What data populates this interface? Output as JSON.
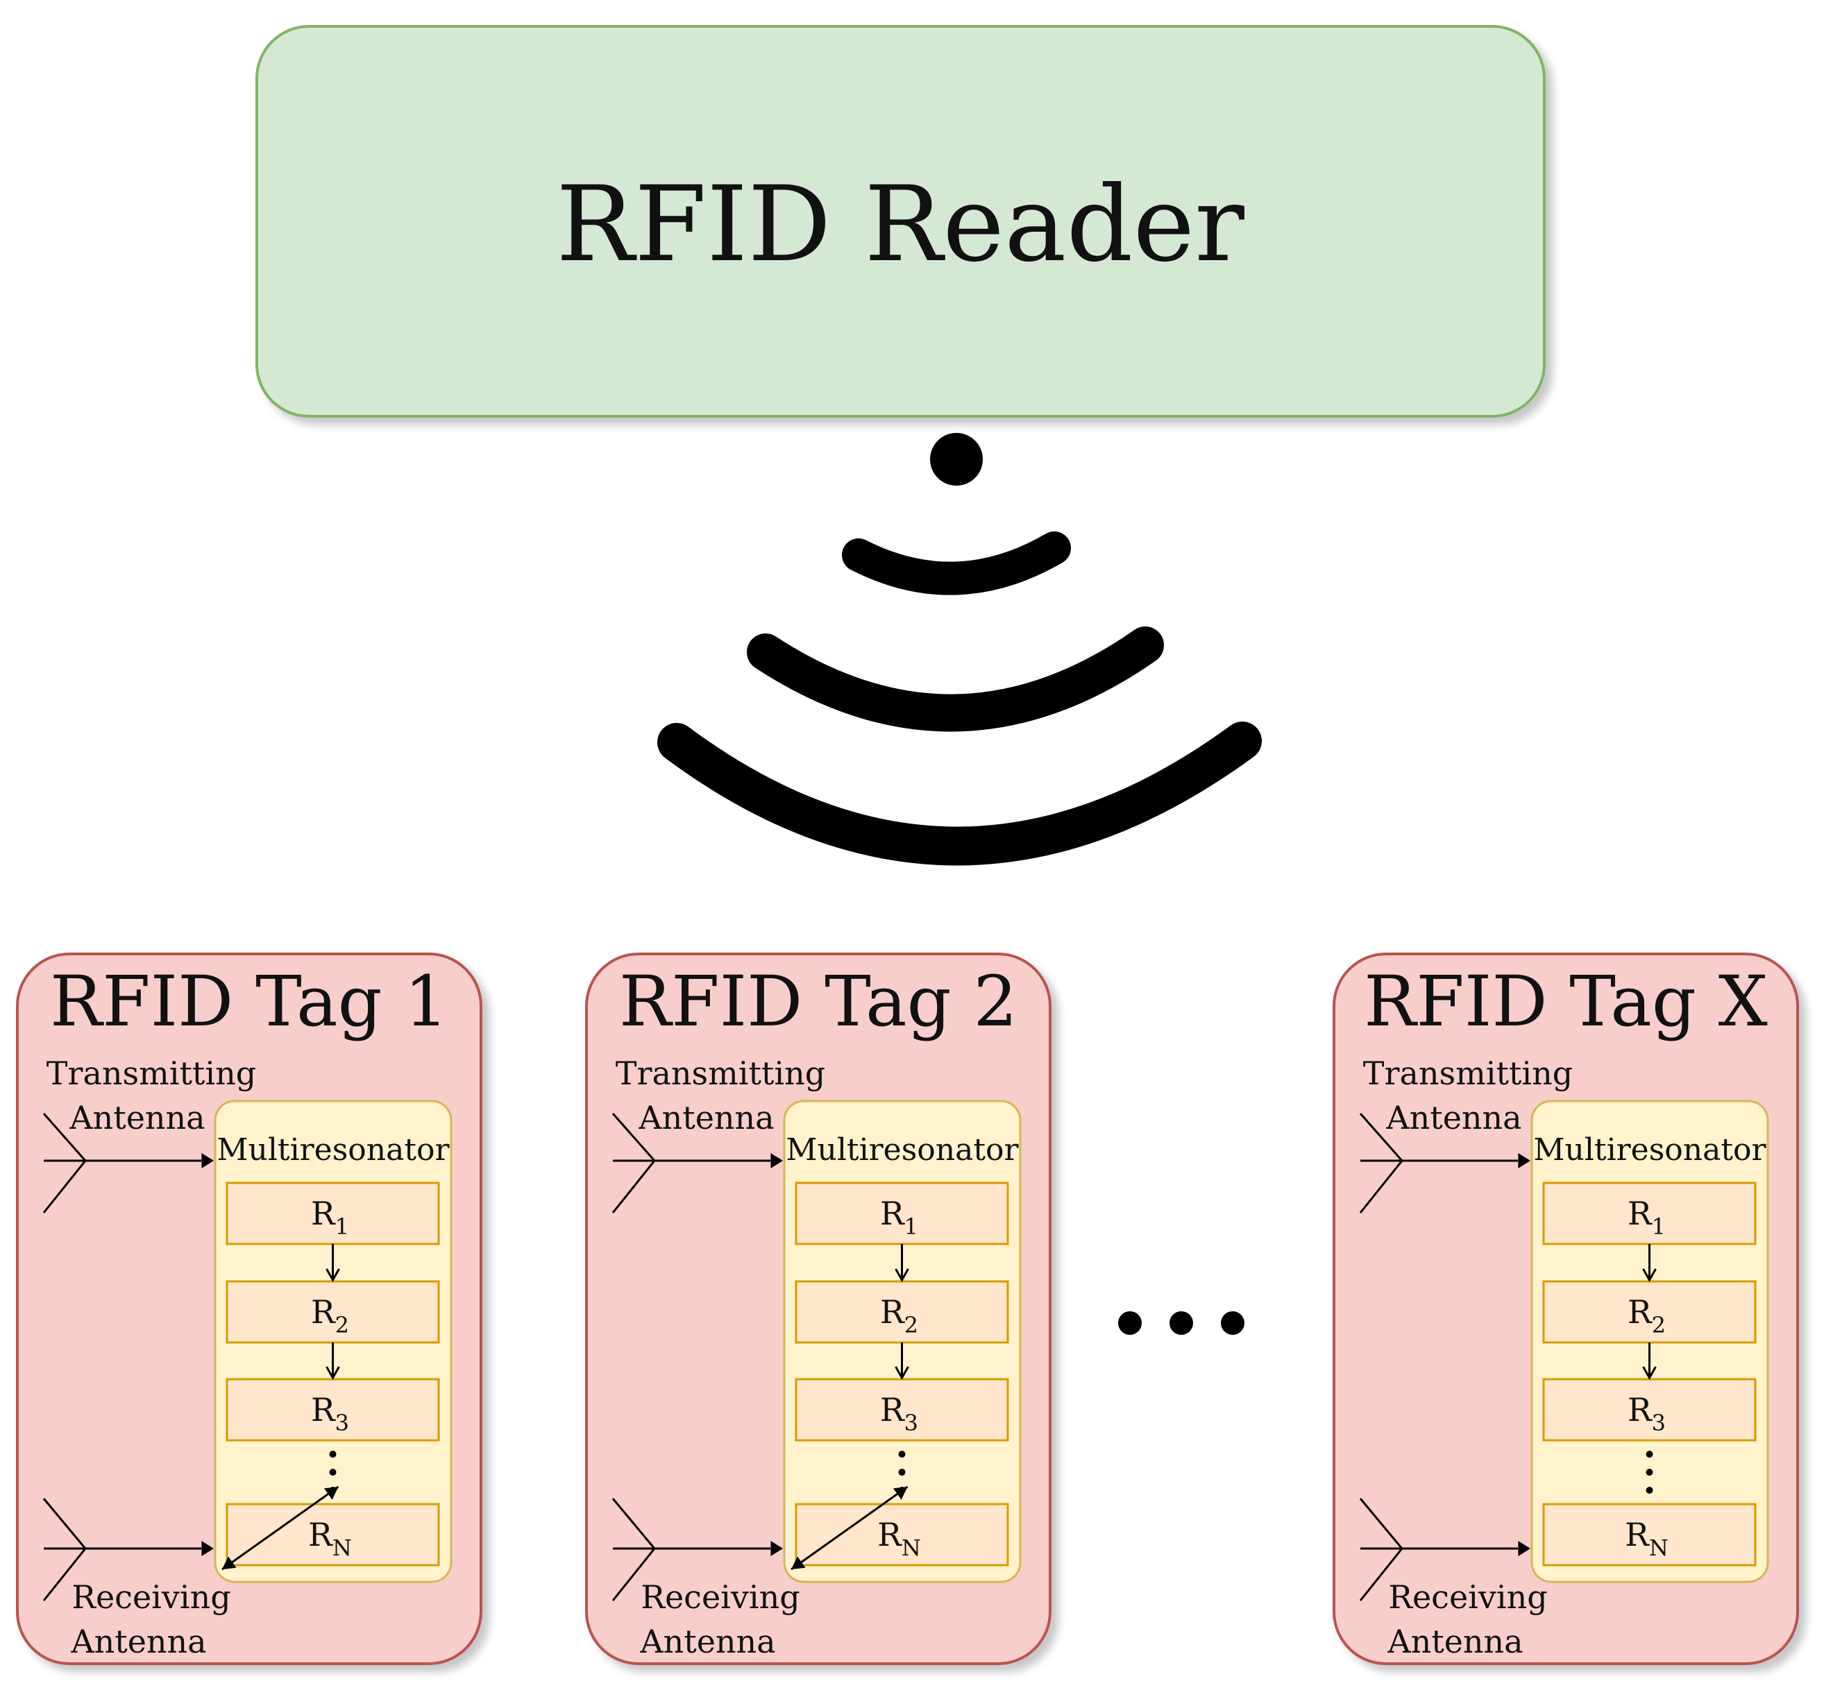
{
  "reader": {
    "title": "RFID Reader"
  },
  "wireless_icon": "wireless-signal-icon",
  "ellipsis_icon": "horizontal-ellipsis-icon",
  "colors": {
    "reader_fill": "#d5e8d4",
    "reader_border": "#82b366",
    "tag_fill": "#f8cecc",
    "tag_border": "#b85450",
    "multi_fill": "#fff2cc",
    "multi_border": "#d6b656",
    "resonator_fill": "#ffe6cc",
    "resonator_border": "#d79b00"
  },
  "tags": [
    {
      "title": "RFID Tag 1",
      "tx_line1": "Transmitting",
      "tx_line2": "Antenna",
      "multi": "Multiresonator",
      "rx_line1": "Receiving",
      "rx_line2": "Antenna",
      "resonators": [
        {
          "main": "R",
          "sub": "1"
        },
        {
          "main": "R",
          "sub": "2"
        },
        {
          "main": "R",
          "sub": "3"
        },
        {
          "main": "R",
          "sub": "N"
        }
      ],
      "output_from_rn": true
    },
    {
      "title": "RFID Tag 2",
      "tx_line1": "Transmitting",
      "tx_line2": "Antenna",
      "multi": "Multiresonator",
      "rx_line1": "Receiving",
      "rx_line2": "Antenna",
      "resonators": [
        {
          "main": "R",
          "sub": "1"
        },
        {
          "main": "R",
          "sub": "2"
        },
        {
          "main": "R",
          "sub": "3"
        },
        {
          "main": "R",
          "sub": "N"
        }
      ],
      "output_from_rn": true
    },
    {
      "title": "RFID Tag X",
      "tx_line1": "Transmitting",
      "tx_line2": "Antenna",
      "multi": "Multiresonator",
      "rx_line1": "Receiving",
      "rx_line2": "Antenna",
      "resonators": [
        {
          "main": "R",
          "sub": "1"
        },
        {
          "main": "R",
          "sub": "2"
        },
        {
          "main": "R",
          "sub": "3"
        },
        {
          "main": "R",
          "sub": "N"
        }
      ],
      "output_from_rn": false
    }
  ]
}
